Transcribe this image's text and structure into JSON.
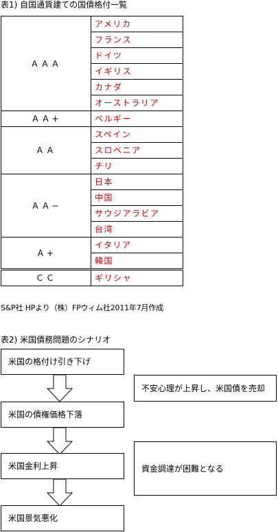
{
  "table1": {
    "title": "表1) 自国通貨建ての国債格付一覧",
    "groups": [
      {
        "rating": "ＡＡＡ",
        "countries": [
          "アメリカ",
          "フランス",
          "ドイツ",
          "イギリス",
          "カナダ",
          "オーストラリア"
        ]
      },
      {
        "rating": "ＡＡ+",
        "countries": [
          "ベルギー"
        ]
      },
      {
        "rating": "ＡＡ",
        "countries": [
          "スペイン",
          "スロベニア",
          "チリ"
        ]
      },
      {
        "rating": "ＡＡ−",
        "countries": [
          "日本",
          "中国",
          "サウジアラビア",
          "台湾"
        ]
      },
      {
        "rating": "Ａ+",
        "countries": [
          "イタリア",
          "韓国"
        ]
      },
      {
        "rating": "ＣＣ",
        "countries": [
          "ギリシャ"
        ]
      }
    ],
    "source": "S&P社 HPより（株）FPウィム社2011年7月作成"
  },
  "table2": {
    "title": "表2) 米国債務問題のシナリオ",
    "steps": [
      "米国の格付け引き下げ",
      "米国の債権価格下落",
      "米国金利上昇",
      "米国景気悪化"
    ],
    "notes": [
      "不安心理が上昇し、米国債を売却",
      "資金調達が困難となる"
    ]
  },
  "colors": {
    "country_text": "#cc0000",
    "text": "#000000",
    "border": "#000000"
  }
}
